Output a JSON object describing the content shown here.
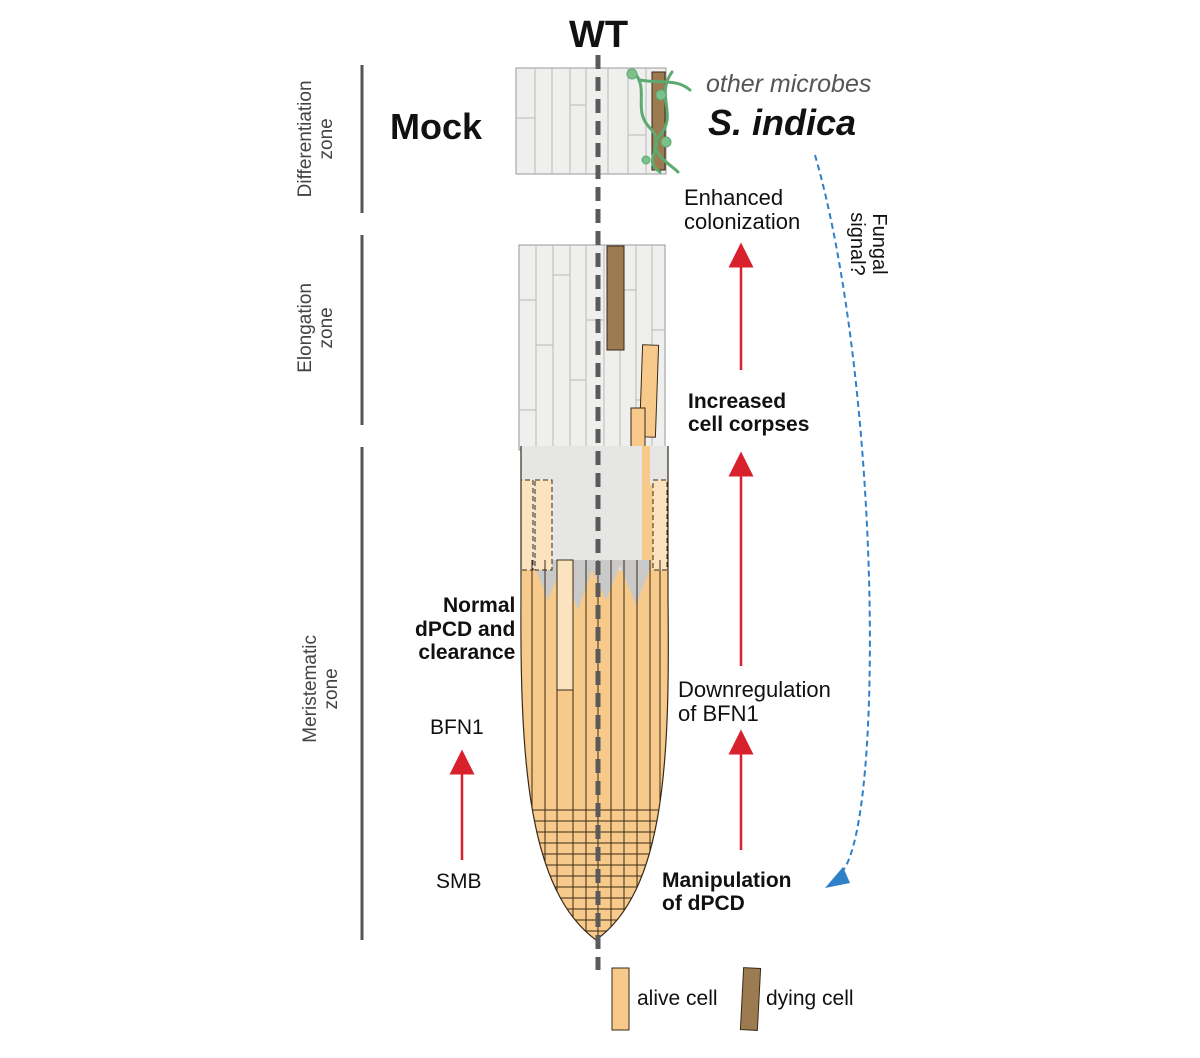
{
  "title": "WT",
  "condition_label": "Mock",
  "microbes": {
    "other": "other microbes",
    "main": "S. indica"
  },
  "zones": [
    {
      "line1": "Differentiation",
      "line2": "zone"
    },
    {
      "line1": "Elongation",
      "line2": "zone"
    },
    {
      "line1": "Meristematic",
      "line2": "zone"
    }
  ],
  "left_pathway": {
    "header_lines": [
      "Normal",
      "dPCD and",
      "clearance"
    ],
    "top": "BFN1",
    "bottom": "SMB"
  },
  "right_pathway": {
    "enhanced": [
      "Enhanced",
      "colonization"
    ],
    "increased": [
      "Increased",
      "cell corpses"
    ],
    "downregulation": [
      "Downregulation",
      "of BFN1"
    ],
    "manipulation": [
      "Manipulation",
      "of dPCD"
    ]
  },
  "fungal_signal": "Fungal signal?",
  "legend": {
    "alive": "alive cell",
    "dying": "dying cell"
  },
  "colors": {
    "alive_fill": "#F7C98A",
    "alive_light_fill": "#FCE3C0",
    "dying_fill": "#9C7B50",
    "cell_grey": "#EFEFEE",
    "arrow_red": "#D8212D",
    "signal_blue": "#2F80C9",
    "hypha_green": "#5DAA70",
    "zone_bar": "#555555"
  }
}
